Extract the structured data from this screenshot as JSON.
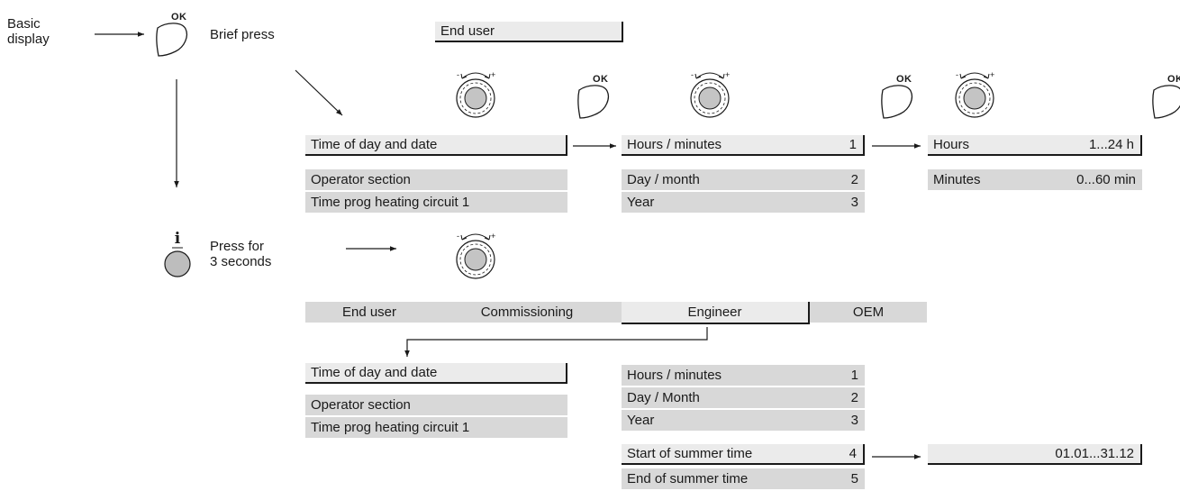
{
  "start": {
    "basic_display_line1": "Basic",
    "basic_display_line2": "display",
    "brief_press": "Brief press",
    "press_for_line1": "Press for",
    "press_for_line2": "3 seconds",
    "ok_label": "OK"
  },
  "top_access": {
    "level": "End user"
  },
  "menu_top": [
    {
      "label": "Time of day and date",
      "selected": true
    },
    {
      "label": "Operator section"
    },
    {
      "label": "Time prog heating circuit 1"
    }
  ],
  "submenu_top": [
    {
      "label": "Hours / minutes",
      "num": "1",
      "selected": true
    },
    {
      "label": "Day / month",
      "num": "2"
    },
    {
      "label": "Year",
      "num": "3"
    }
  ],
  "values_top": [
    {
      "label": "Hours",
      "value": "1...24 h",
      "selected": true
    },
    {
      "label": "Minutes",
      "value": "0...60 min"
    }
  ],
  "levels": [
    "End user",
    "Commissioning",
    "Engineer",
    "OEM"
  ],
  "menu_bottom": [
    {
      "label": "Time of day and date",
      "selected": true
    },
    {
      "label": "Operator section"
    },
    {
      "label": "Time prog heating circuit 1"
    }
  ],
  "submenu_bottom": [
    {
      "label": "Hours / minutes",
      "num": "1"
    },
    {
      "label": "Day / Month",
      "num": "2"
    },
    {
      "label": "Year",
      "num": "3"
    },
    {
      "label": "Start of summer time",
      "num": "4",
      "selected": true
    },
    {
      "label": "End of summer time",
      "num": "5"
    }
  ],
  "range_bottom": {
    "value": "01.01...31.12"
  },
  "icons": {
    "ok": "ok-button-icon",
    "dial": "rotary-knob-icon",
    "info": "info-button-icon"
  },
  "colors": {
    "bar": "#d8d8d8",
    "bar_selected": "#ebebeb",
    "line": "#1a1a1a"
  }
}
